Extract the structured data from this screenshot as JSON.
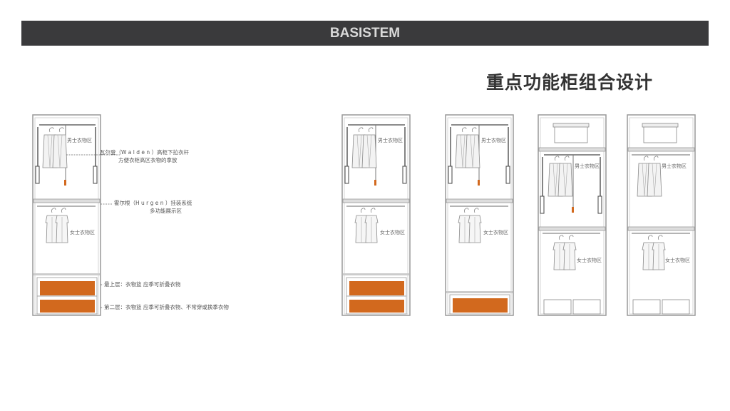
{
  "header": {
    "title": "BASISTEM"
  },
  "page": {
    "title": "重点功能柜组合设计"
  },
  "annotations": {
    "walden_line1": "瓦尔登（W a l d e n ）高柜下拉衣杆",
    "walden_line2": "方便衣柜高区衣物的拿放",
    "hurgen_line1": "霍尔根（H u r g e n ）挂装系统",
    "hurgen_line2": "多功能展示区",
    "basket_top": "最上层：衣物篮      应季可折叠衣物",
    "basket_second": "第二层：衣物篮      应季可折叠衣物、不常穿或换季衣物"
  },
  "regions": {
    "men": "男士衣物区",
    "women": "女士衣物区"
  },
  "colors": {
    "header_bg": "#3a3a3c",
    "basket": "#d2691e",
    "frame": "#999999"
  }
}
